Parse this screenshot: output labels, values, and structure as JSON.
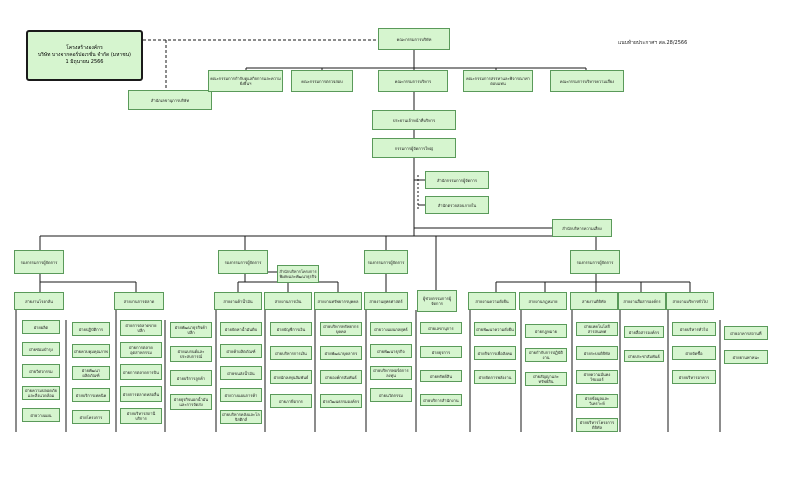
{
  "title": {
    "line1": "โครงสร้างองค์กร",
    "line2": "บริษัท บางจากคอร์ปอเรชั่น จำกัด (มหาชน)",
    "line3": "1 มิถุนายน 2566"
  },
  "reference": "แนบท้ายประกาศฯ สล.28/2566",
  "nodes": {
    "board": "คณะกรรมการบริษัท",
    "board_secretary": "สำนักเลขานุการบริษัท",
    "committee_gov": "คณะกรรมการกำกับดูแลกิจการและความยั่งยืนฯ",
    "committee_audit": "คณะกรรมการตรวจสอบ",
    "committee_exec": "คณะกรรมการบริหาร",
    "committee_nom": "คณะกรรมการสรรหาและพิจารณาค่าตอบแทน",
    "committee_risk": "คณะกรรมการบริหารความเสี่ยง",
    "chairman_exec": "ประธานเจ้าหน้าที่บริหาร",
    "president": "กรรมการผู้จัดการใหญ่",
    "office_ceo": "สำนักกรรมการผู้จัดการ",
    "office_int": "สำนักตรวจสอบภายใน",
    "office_risk": "สำนักบริหารความเสี่ยง",
    "evp1": "รองกรรมการผู้จัดการ",
    "evp2": "รองกรรมการผู้จัดการ",
    "evp3": "รองกรรมการผู้จัดการ",
    "evp4": "รองกรรมการผู้จัดการ",
    "project_office": "สำนักบริหารโครงการพิเศษและพัฒนาธุรกิจ",
    "evp5": "ผู้ช่วยกรรมการผู้จัดการ",
    "line_refinery": "สายงานโรงกลั่น",
    "line_marketing": "สายงานการตลาด",
    "line_trading": "สายงานค้าน้ำมัน",
    "line_finance": "สายงานการเงิน",
    "line_hr": "สายงานทรัพยากรบุคคล",
    "line_strategy": "สายงานยุทธศาสตร์",
    "line_csr": "สายงานความยั่งยืน",
    "line_it": "สายงานดิจิทัล",
    "line_legal": "สายงานกฎหมาย",
    "line_comm": "สายงานสื่อสารองค์กร",
    "line_admin": "สายงานบริหารทั่วไป"
  },
  "departments": {
    "refinery_a": [
      "ฝ่ายผลิต",
      "ฝ่ายซ่อมบำรุง",
      "ฝ่ายวิศวกรรม",
      "ฝ่ายความปลอดภัยและสิ่งแวดล้อม",
      "ฝ่ายวางแผน"
    ],
    "refinery_b": [
      "ฝ่ายปฏิบัติการ",
      "ฝ่ายควบคุมคุณภาพ",
      "ฝ่ายพัฒนาผลิตภัณฑ์",
      "ฝ่ายบริการเทคนิค",
      "ฝ่ายโครงการ"
    ],
    "marketing_a": [
      "ฝ่ายการตลาดขายปลีก",
      "ฝ่ายการตลาดอุตสาหกรรม",
      "ฝ่ายการตลาดการบิน",
      "ฝ่ายการตลาดหล่อลื่น",
      "ฝ่ายบริหารสถานีบริการ"
    ],
    "marketing_b": [
      "ฝ่ายพัฒนาธุรกิจค้าปลีก",
      "ฝ่ายแบรนด์และประสบการณ์",
      "ฝ่ายบริการลูกค้า",
      "ฝ่ายธุรกิจนอกน้ำมันและการจัดส่ง"
    ],
    "trading": [
      "ฝ่ายจัดหาน้ำมันดิบ",
      "ฝ่ายค้าผลิตภัณฑ์",
      "ฝ่ายขนส่งน้ำมัน",
      "ฝ่ายวางแผนการค้า",
      "ฝ่ายบริหารคลังและโลจิสติกส์"
    ],
    "finance": [
      "ฝ่ายบัญชีการเงิน",
      "ฝ่ายบริหารการเงิน",
      "ฝ่ายนักลงทุนสัมพันธ์",
      "ฝ่ายภาษีอากร"
    ],
    "hr": [
      "ฝ่ายบริหารทรัพยากรบุคคล",
      "ฝ่ายพัฒนาบุคลากร",
      "ฝ่ายองค์กรสัมพันธ์",
      "ฝ่ายวัฒนธรรมองค์กร"
    ],
    "strategy": [
      "ฝ่ายวางแผนกลยุทธ์",
      "ฝ่ายพัฒนาธุรกิจ",
      "ฝ่ายบริหารพอร์ตการลงทุน",
      "ฝ่ายนวัตกรรม"
    ],
    "csr": [
      "ฝ่ายพัฒนาความยั่งยืน",
      "ฝ่ายกิจการเพื่อสังคม",
      "ฝ่ายจัดการพลังงาน"
    ],
    "legal": [
      "ฝ่ายกฎหมาย",
      "ฝ่ายกำกับการปฏิบัติงาน",
      "ฝ่ายสัญญาและทรัพย์สิน"
    ],
    "it": [
      "ฝ่ายเทคโนโลยีสารสนเทศ",
      "ฝ่ายระบบดิจิทัล",
      "ฝ่ายความมั่นคงไซเบอร์",
      "ฝ่ายข้อมูลและวิเคราะห์",
      "ฝ่ายบริหารโครงการดิจิทัล"
    ],
    "comm": [
      "ฝ่ายสื่อสารองค์กร",
      "ฝ่ายประชาสัมพันธ์"
    ],
    "admin": [
      "ฝ่ายบริหารทั่วไป",
      "ฝ่ายจัดซื้อ",
      "ฝ่ายบริหารอาคาร"
    ],
    "office": [
      "ฝ่ายเลขานุการ",
      "ฝ่ายธุรการ",
      "ฝ่ายทรัพย์สิน",
      "ฝ่ายบริการสำนักงาน"
    ],
    "facility": [
      "ฝ่ายอาคารสถานที่",
      "ฝ่ายยานพาหนะ"
    ]
  }
}
